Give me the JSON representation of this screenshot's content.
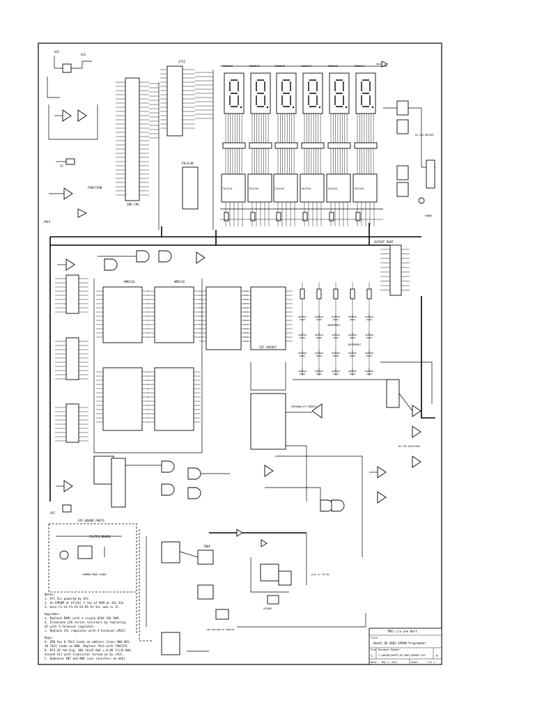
{
  "schematic": {
    "chip_labels": {
      "z80_cpu": "Z80 CPU",
      "eprom_2732": "2732",
      "decoder_u10": "74LS138",
      "ram_u8": "HM6116",
      "ram_u11": "HM6116",
      "eprom_socket": "ZIF SOCKET",
      "personality": "PERSONALITY MODULE",
      "output_port": "OUTPUT PORT",
      "vreg": "7805",
      "lm7805": "LM7805"
    },
    "section_labels": {
      "off_board_parts": "OFF-BOARD PARTS",
      "output_port_title": "OUTPUT PORT",
      "rs232_driver": "RS-232 DRIVER",
      "rs232_receiver": "RS-232 RECEIVER",
      "function_key": "FUNCTION",
      "increment": "INCREMENT",
      "decrement": "DECREMENT",
      "power": "POWER",
      "filter_board": "FILTER BOARD",
      "common_mode_choke": "COMMON MODE CHOKE",
      "vpp_pgm_label": "+21v or 25.0V"
    },
    "display_labels": [
      "MAN6640",
      "MAN6640",
      "MAN6640",
      "MAN6640",
      "MAN6640",
      "MAN6640"
    ],
    "driver_labels": [
      "74LS244",
      "74LS244",
      "74LS244",
      "74LS244",
      "74LS244",
      "74LS244"
    ],
    "notes": {
      "heading": "Notes:",
      "lines": [
        "1. All ICs powered by VCC.",
        "2. An EPROM at U7(2k) 2 lbs of RAM at 16s-33s.",
        "3. Uses C1-C4 P1-P3 R1-R5 V1 Vcc and in I2."
      ],
      "upgrades_heading": "Upgrades:",
      "upgrades": [
        "a. Replace RAMs with a single 6264 32k RAM.",
        "b. Eliminate LED series resistors by replacing",
        "   U1 with 3-terminal regulator.",
        "c. Replace 25v regulator with 3-terminal LM317."
      ],
      "bugs_heading": "Bugs:",
      "bugs": [
        "A. Z80 has 8 74LS loads on address lines A00-A03,",
        "   10 74LS loads on D00. Replace 74LS with 74HC374.",
        "B. R13-16 too big: 10k lkin5 6mA = 0.6K 1lin5.6mA.",
        "   Ground A11 with transistor turned on by /ACS.",
        "C. Debounce INT and NMI (use inverters on U16)."
      ]
    },
    "title_block": {
      "company": "TMS1 c/o Lee Hart",
      "title_label": "Title",
      "title": "Heath ZD-4801 EPROM Programmer",
      "size_label": "Size",
      "doc_label": "Document Number",
      "size": "C",
      "doc": "C:\\ORCAD\\SHEET\\ZD-4801\\ZD4801.SCH",
      "rev": "A",
      "date_label": "Date:",
      "date": "May 1, 2012",
      "sheet_label": "Sheet",
      "sheet": "1 of 1"
    }
  }
}
